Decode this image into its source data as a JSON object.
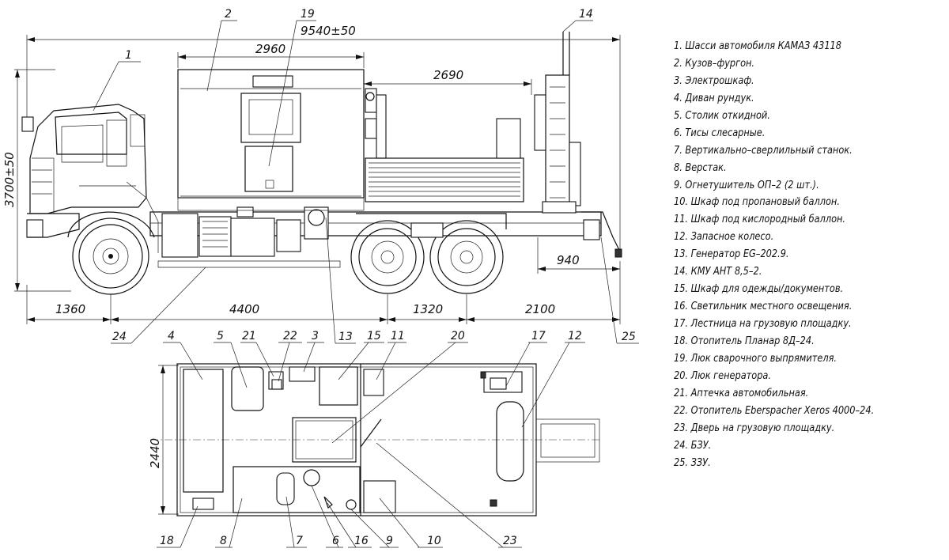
{
  "dimensions": {
    "overall_length": "9540±50",
    "height": "3700±50",
    "body_length": "2960",
    "platform_length": "2690",
    "front_overhang": "1360",
    "wheelbase": "4400",
    "bogie": "1320",
    "rear_overhang": "2100",
    "rear_platform": "940",
    "body_width": "2440"
  },
  "callouts": {
    "c1": "1",
    "c2": "2",
    "c3": "3",
    "c4": "4",
    "c5": "5",
    "c6": "6",
    "c7": "7",
    "c8": "8",
    "c9": "9",
    "c10": "10",
    "c11": "11",
    "c12": "12",
    "c13": "13",
    "c14": "14",
    "c15": "15",
    "c16": "16",
    "c17": "17",
    "c18": "18",
    "c19": "19",
    "c20": "20",
    "c21": "21",
    "c22": "22",
    "c23": "23",
    "c24": "24",
    "c25": "25"
  },
  "legend": [
    "1. Шасси автомобиля КАМАЗ 43118",
    "2. Кузов–фургон.",
    "3. Электрошкаф.",
    "4. Диван рундук.",
    "5. Столик откидной.",
    "6. Тисы слесарные.",
    "7. Вертикально–сверлильный станок.",
    "8. Верстак.",
    "9. Огнетушитель ОП–2 (2 шт.).",
    "10. Шкаф под пропановый баллон.",
    "11. Шкаф под кислородный баллон.",
    "12. Запасное колесо.",
    "13. Генератор EG–202.9.",
    "14. КМУ АНТ 8,5–2.",
    "15. Шкаф для одежды/документов.",
    "16. Светильник местного освещения.",
    "17. Лестница на грузовую площадку.",
    "18. Отопитель Планар 8Д–24.",
    "19. Люк сварочного выпрямителя.",
    "20. Люк генератора.",
    "21. Аптечка автомобильная.",
    "22. Отопитель Eberspacher Xeros 4000–24.",
    "23. Дверь на грузовую площадку.",
    "24. БЗУ.",
    "25. ЗЗУ."
  ]
}
